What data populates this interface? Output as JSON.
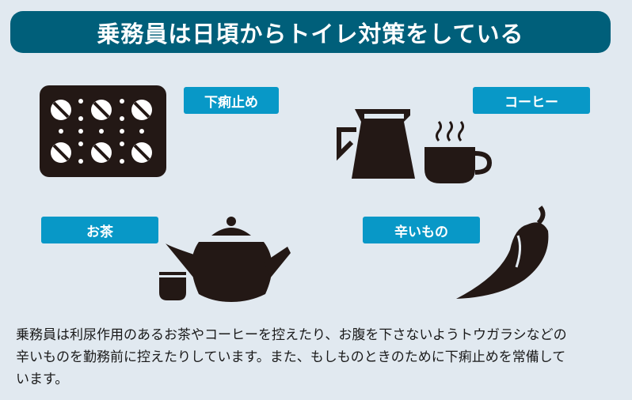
{
  "title": "乗務員は日頃からトイレ対策をしている",
  "labels": {
    "antidiarrheal": "下痢止め",
    "coffee": "コーヒー",
    "tea": "お茶",
    "spicy": "辛いもの"
  },
  "description": {
    "line1": "乗務員は利尿作用のあるお茶やコーヒーを控えたり、お腹を下さないようトウガラシなどの",
    "line2": "辛いものを勤務前に控えたりしています。また、もしものときのために下痢止めを常備して",
    "line3": "います。"
  },
  "colors": {
    "background": "#e1e9f0",
    "banner": "#005f7a",
    "label": "#0898c7",
    "icon": "#231815"
  }
}
